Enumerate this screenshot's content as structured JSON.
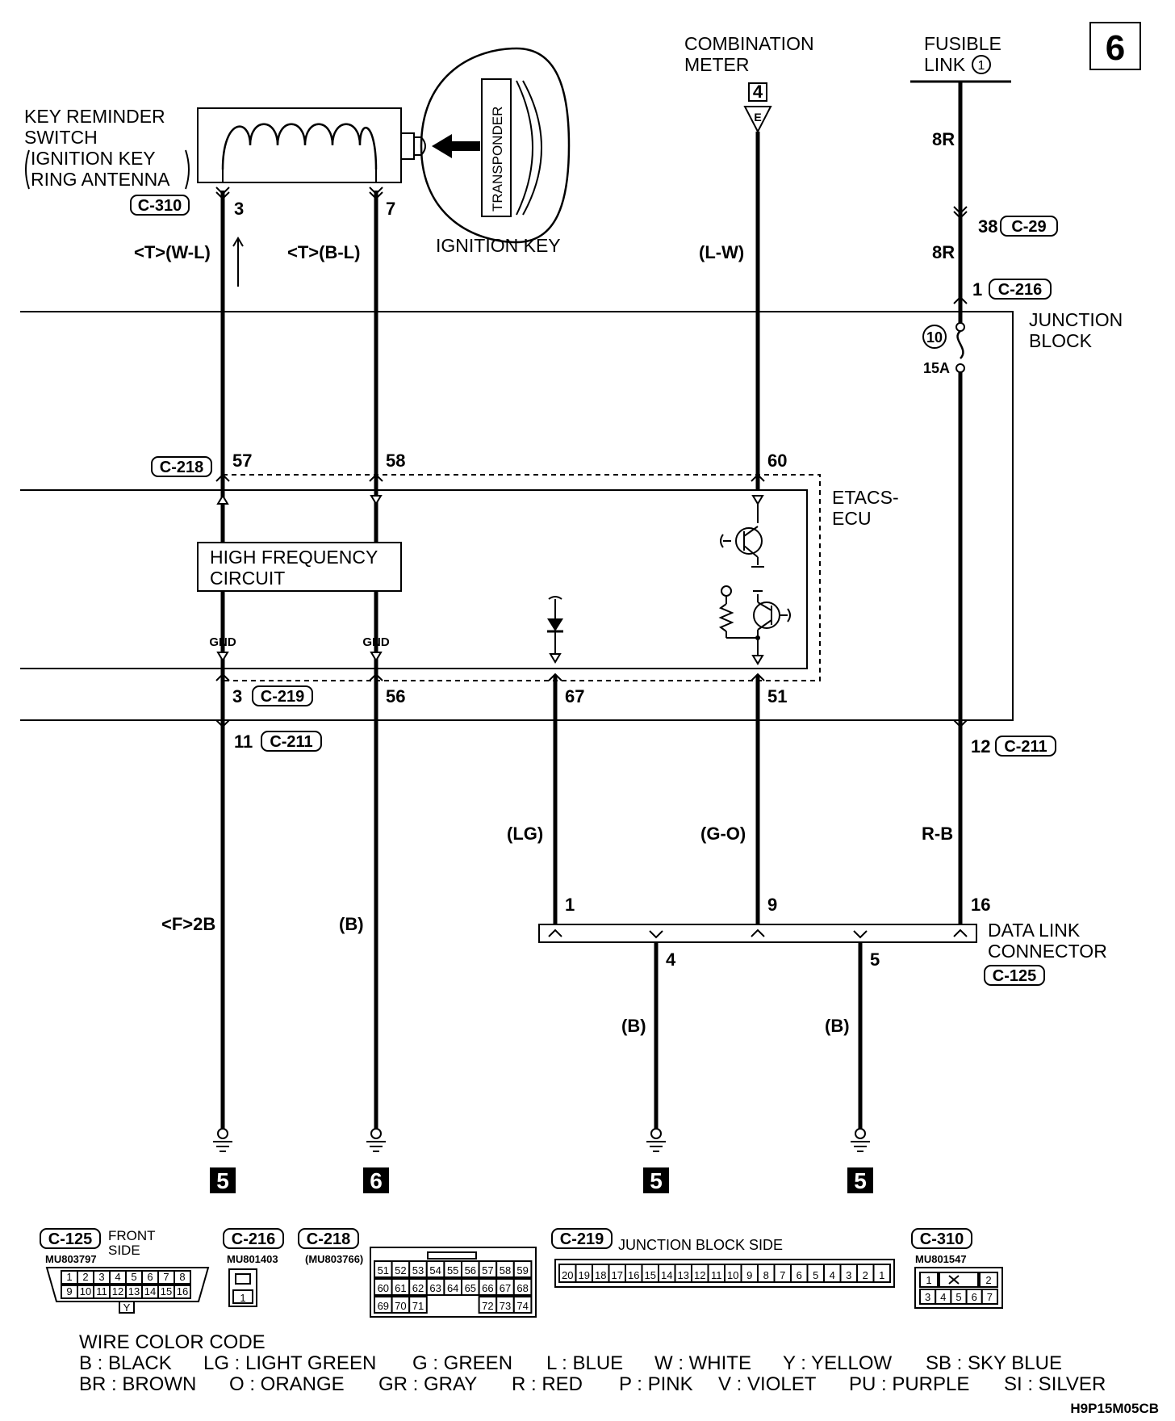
{
  "page_number": "6",
  "sources": {
    "combination_meter": [
      "COMBINATION",
      "METER"
    ],
    "combination_meter_connector": "4",
    "combination_meter_terminal": "E",
    "fusible_link": [
      "FUSIBLE",
      "LINK"
    ],
    "fusible_link_number": "1"
  },
  "key_reminder": {
    "lines": [
      "KEY REMINDER",
      "SWITCH",
      "IGNITION KEY",
      "RING ANTENNA"
    ],
    "connector": "C-310",
    "pin_a": "3",
    "pin_b": "7",
    "transponder": "TRANSPONDER",
    "ignition_key": "IGNITION KEY"
  },
  "wire_labels": {
    "w_l": "<T>(W-L)",
    "b_l": "<T>(B-L)",
    "l_w": "(L-W)",
    "r8_top": "8R",
    "r8_mid": "8R",
    "lg": "(LG)",
    "g_o": "(G-O)",
    "r_b": "R-B",
    "f_2b": "<F>2B",
    "b_56": "(B)",
    "b_4": "(B)",
    "b_5": "(B)"
  },
  "junction_block": {
    "lines": [
      "JUNCTION",
      "BLOCK"
    ],
    "pin_38": "38",
    "conn_c29": "C-29",
    "pin_1": "1",
    "conn_c216": "C-216",
    "fuse_number": "10",
    "fuse_rating": "15A"
  },
  "etacs": {
    "lines": [
      "ETACS-",
      "ECU"
    ],
    "connector": "C-218",
    "pin_57": "57",
    "pin_58": "58",
    "pin_60": "60",
    "hf_circuit": [
      "HIGH FREQUENCY",
      "CIRCUIT"
    ],
    "gnd_a": "GND",
    "gnd_b": "GND"
  },
  "lower_pins": {
    "pin_3": "3",
    "conn_c219": "C-219",
    "pin_56": "56",
    "pin_67": "67",
    "pin_51": "51",
    "pin_11": "11",
    "conn_c211_left": "C-211",
    "pin_12": "12",
    "conn_c211_right": "C-211"
  },
  "dlc": {
    "lines": [
      "DATA LINK",
      "CONNECTOR"
    ],
    "connector": "C-125",
    "pin_1": "1",
    "pin_9": "9",
    "pin_16": "16",
    "pin_4": "4",
    "pin_5": "5"
  },
  "ground_tags": [
    "5",
    "6",
    "5",
    "5"
  ],
  "connector_views": {
    "c125": {
      "id": "C-125",
      "side": [
        "FRONT",
        "SIDE"
      ],
      "part": "MU803797",
      "row1": [
        "1",
        "2",
        "3",
        "4",
        "5",
        "6",
        "7",
        "8"
      ],
      "row2": [
        "9",
        "10",
        "11",
        "12",
        "13",
        "14",
        "15",
        "16"
      ],
      "key": "Y"
    },
    "c216": {
      "id": "C-216",
      "part": "MU801403",
      "pin": "1"
    },
    "c218": {
      "id": "C-218",
      "part": "(MU803766)",
      "row1": [
        "51",
        "52",
        "53",
        "54",
        "55",
        "56",
        "57",
        "58",
        "59"
      ],
      "row2": [
        "60",
        "61",
        "62",
        "63",
        "64",
        "65",
        "66",
        "67",
        "68"
      ],
      "row3": [
        "69",
        "70",
        "71",
        "",
        "",
        "",
        "72",
        "73",
        "74"
      ]
    },
    "c219": {
      "id": "C-219",
      "side": "JUNCTION BLOCK SIDE",
      "row": [
        "20",
        "19",
        "18",
        "17",
        "16",
        "15",
        "14",
        "13",
        "12",
        "11",
        "10",
        "9",
        "8",
        "7",
        "6",
        "5",
        "4",
        "3",
        "2",
        "1"
      ]
    },
    "c310": {
      "id": "C-310",
      "part": "MU801547",
      "row1": [
        "1",
        "",
        "2"
      ],
      "row2": [
        "3",
        "4",
        "5",
        "6",
        "7"
      ]
    }
  },
  "wire_color_code": {
    "title": "WIRE COLOR CODE",
    "row1": [
      "B : BLACK",
      "LG : LIGHT GREEN",
      "G : GREEN",
      "L : BLUE",
      "W : WHITE",
      "Y : YELLOW",
      "SB : SKY BLUE"
    ],
    "row2": [
      "BR : BROWN",
      "O : ORANGE",
      "GR : GRAY",
      "R : RED",
      "P : PINK",
      "V : VIOLET",
      "PU : PURPLE",
      "SI : SILVER"
    ]
  },
  "diagram_code": "H9P15M05CB"
}
